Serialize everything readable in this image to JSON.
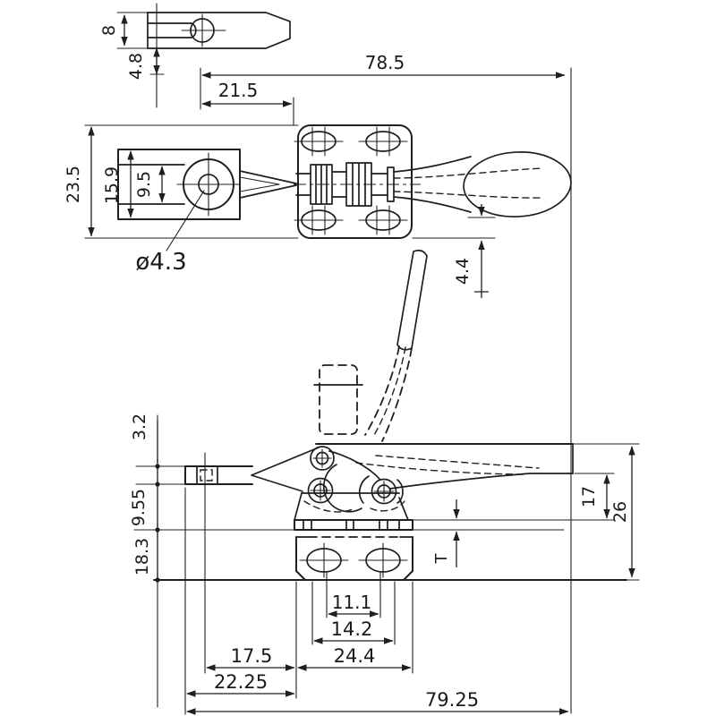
{
  "drawing": {
    "type": "technical-drawing",
    "subject": "horizontal toggle clamp, two projection views with slotted-link detail",
    "colors": {
      "ink": "#1f1f1f",
      "paper": "#ffffff"
    },
    "dims": {
      "link_slot_width": "8",
      "link_offset": "4.8",
      "pivot_to_base": "21.5",
      "overall_length": "78.5",
      "base_plate_width": "23.5",
      "bar_width": "15.9",
      "bar_slot_width": "9.5",
      "pivot_hole_dia": "ø4.3",
      "handle_offset": "4.4",
      "bar_thickness": "3.2",
      "bar_height": "9.55",
      "base_height": "18.3",
      "handle_clearance": "17",
      "overall_height": "26",
      "hole_spacing_inner": "11.1",
      "hole_spacing_outer": "14.2",
      "base_length": "24.4",
      "hole_to_base": "17.5",
      "bar_end_to_base": "22.25",
      "overall_length_bottom": "79.25",
      "flange_thickness": "T"
    }
  }
}
